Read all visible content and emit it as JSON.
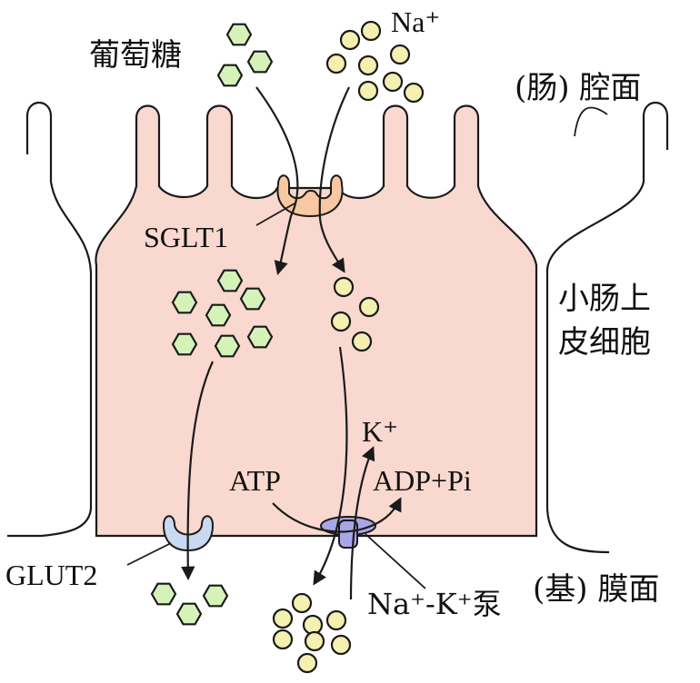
{
  "labels": {
    "glucose": "葡萄糖",
    "sodium_top": "Na⁺",
    "lumen_side": "(肠) 腔面",
    "cell_name_line1": "小肠上",
    "cell_name_line2": "皮细胞",
    "sglt1": "SGLT1",
    "potassium": "K⁺",
    "atp": "ATP",
    "adp_pi": "ADP+Pi",
    "glut2": "GLUT2",
    "pump": "Na⁺-K⁺泵",
    "basal_side": "(基) 膜面"
  },
  "colors": {
    "cell_fill": "#f9d8cf",
    "glucose_fill": "#d5f2b8",
    "sodium_fill": "#f3f0b0",
    "sglt1_fill": "#f8c8a2",
    "glut2_fill": "#c9d9f2",
    "pump_fill": "#a9a6e6",
    "outline": "#1a1a1a"
  },
  "icons": {
    "glucose_molecule": "hexagon",
    "sodium_ion": "circle"
  }
}
